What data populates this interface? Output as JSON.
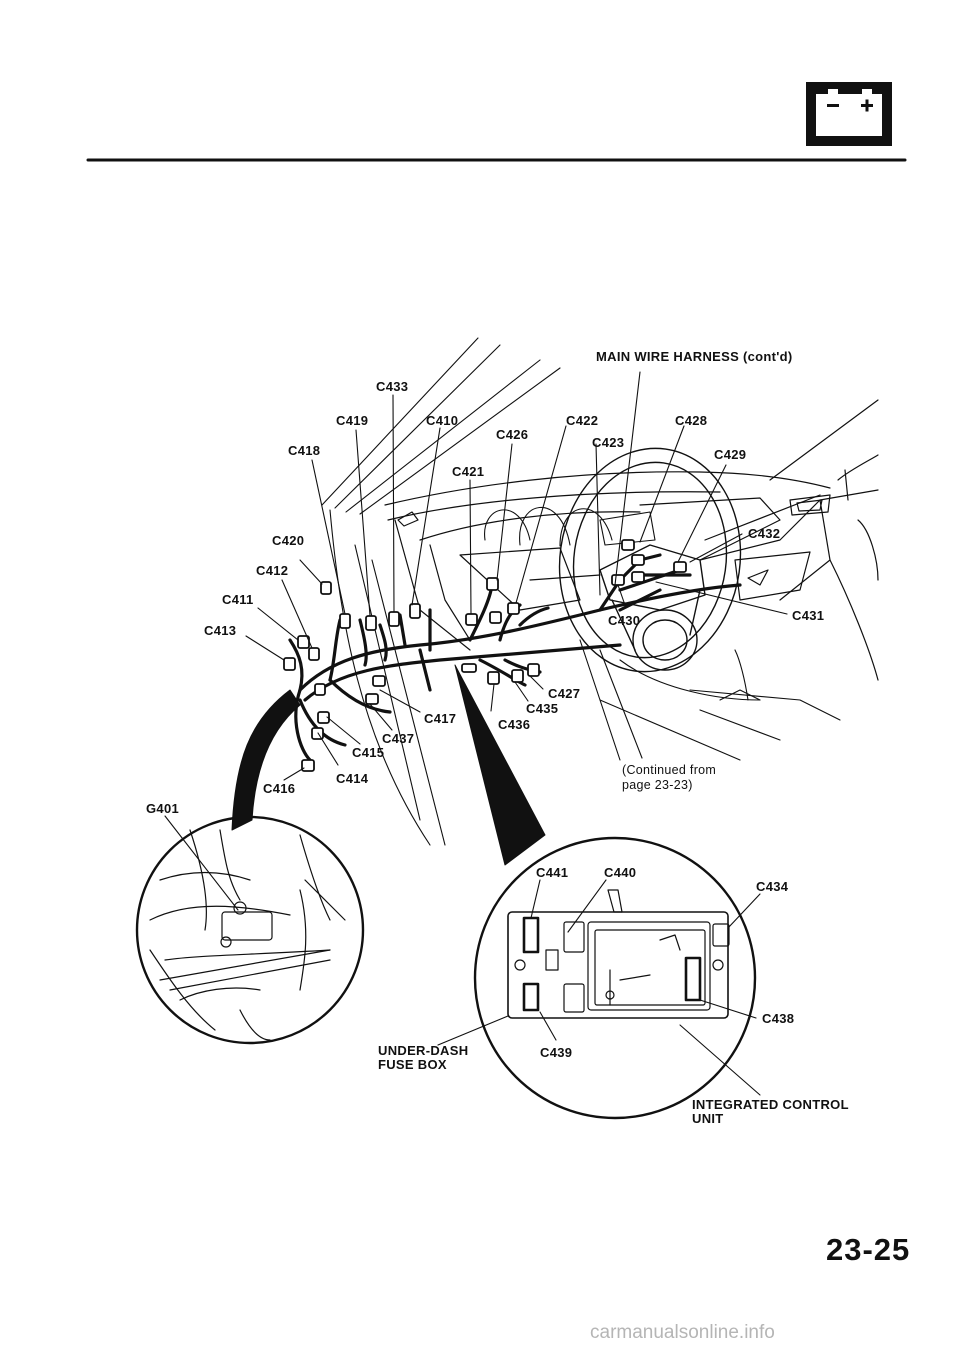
{
  "header": {
    "icon": "battery-icon",
    "rule_color": "#111111"
  },
  "title": "MAIN WIRE HARNESS (cont'd)",
  "connectors": {
    "c433": "C433",
    "c419": "C419",
    "c410": "C410",
    "c418": "C418",
    "c426": "C426",
    "c422": "C422",
    "c423": "C423",
    "c428": "C428",
    "c429": "C429",
    "c421": "C421",
    "c420": "C420",
    "c412": "C412",
    "c411": "C411",
    "c413": "C413",
    "c432": "C432",
    "c431": "C431",
    "c430": "C430",
    "c427": "C427",
    "c435": "C435",
    "c436": "C436",
    "c417": "C417",
    "c437": "C437",
    "c415": "C415",
    "c414": "C414",
    "c416": "C416",
    "g401": "G401",
    "c441": "C441",
    "c440": "C440",
    "c434": "C434",
    "c438": "C438",
    "c439": "C439"
  },
  "notes": {
    "continued": "(Continued from\npage 23-23)",
    "fuse_box": "UNDER-DASH\nFUSE BOX",
    "control_unit": "INTEGRATED CONTROL\nUNIT"
  },
  "page_number": "23-25",
  "watermark": "carmanualsonline.info"
}
